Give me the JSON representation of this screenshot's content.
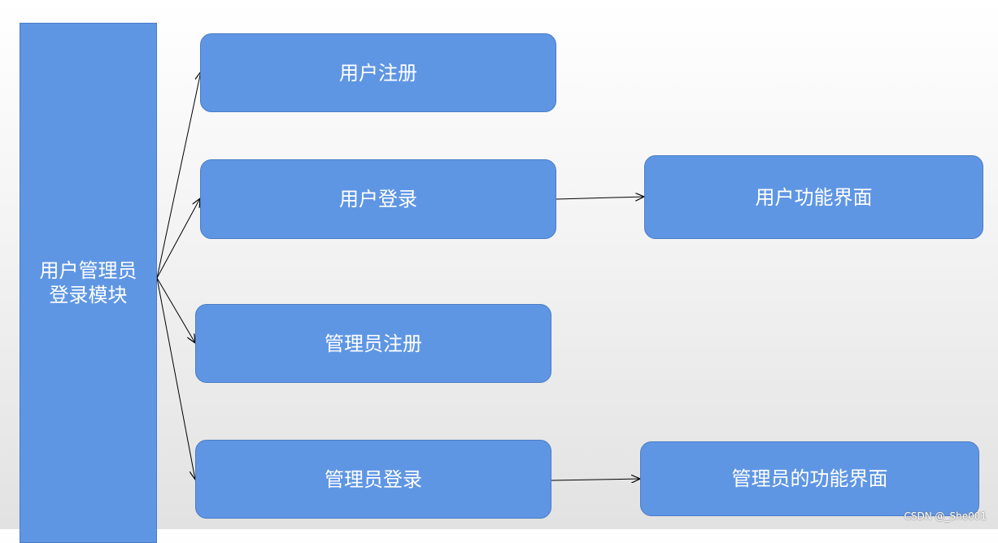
{
  "diagram": {
    "root": {
      "line1": "用户管理员",
      "line2": "登录模块"
    },
    "nodes": {
      "user_register": "用户注册",
      "user_login": "用户登录",
      "user_function_ui": "用户功能界面",
      "admin_register": "管理员注册",
      "admin_login": "管理员登录",
      "admin_function_ui": "管理员的功能界面"
    },
    "colors": {
      "node_fill": "#5f96e4",
      "node_border": "#4a7cc6",
      "text": "#ffffff",
      "arrow": "#000000"
    }
  },
  "watermark": "CSDN @_She001"
}
